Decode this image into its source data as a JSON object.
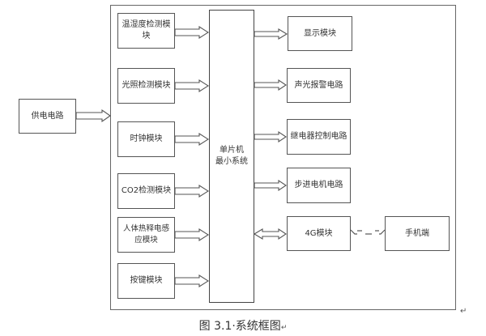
{
  "power": {
    "label": "供电电路"
  },
  "inputs": [
    {
      "label": "温湿度检测模块"
    },
    {
      "label": "光照检测模块"
    },
    {
      "label": "时钟模块"
    },
    {
      "label": "CO2检测模块"
    },
    {
      "label": "人体热释电感应模块"
    },
    {
      "label": "按键模块"
    }
  ],
  "mcu": {
    "line1": "单片机",
    "line2": "最小系统"
  },
  "outputs": [
    {
      "label": "显示模块"
    },
    {
      "label": "声光报警电路"
    },
    {
      "label": "继电器控制电路"
    },
    {
      "label": "步进电机电路"
    },
    {
      "label": "4G模块"
    }
  ],
  "phone": {
    "label": "手机端"
  },
  "caption": {
    "text": "图 3.1·系统框图",
    "mark": "↵"
  },
  "para_mark": "↵",
  "colors": {
    "stroke": "#555555",
    "frame": "#666666"
  }
}
